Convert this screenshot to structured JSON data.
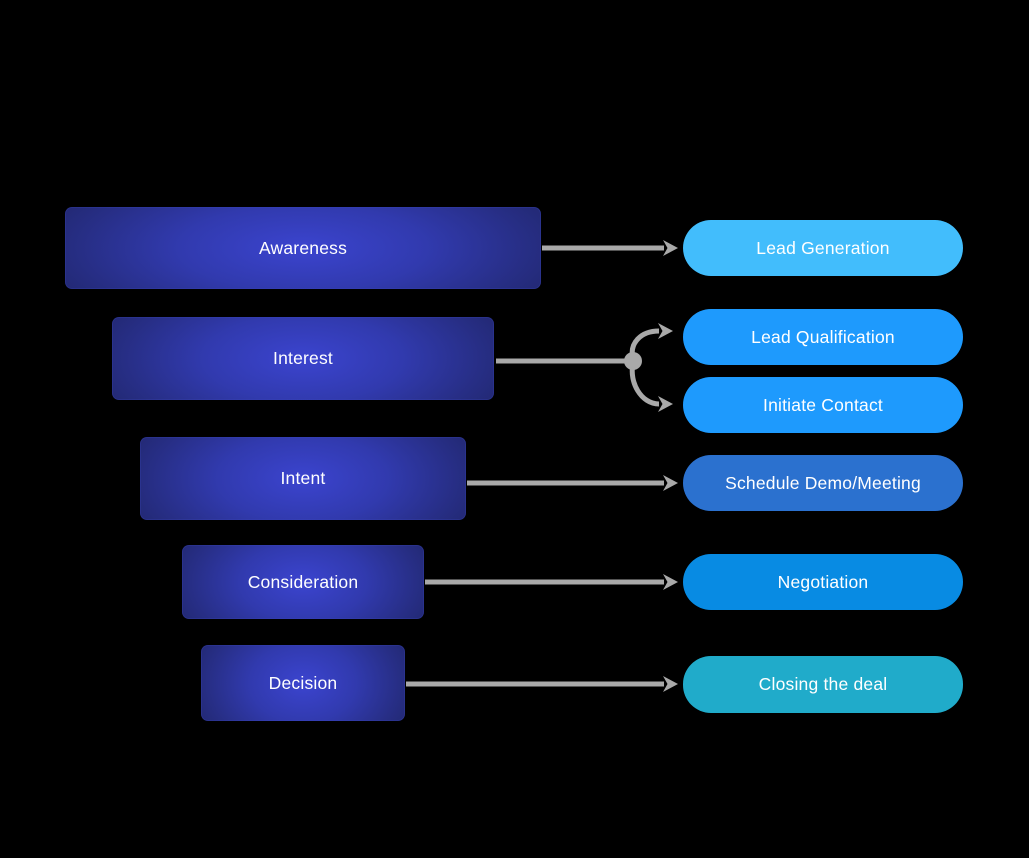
{
  "diagram": {
    "type": "sales-funnel-flow",
    "background": "#000000",
    "colors": {
      "stage_center": "#3b44cf",
      "stage_edge": "#1e2464",
      "arrow": "#a9a9a9",
      "text": "#ffffff"
    },
    "stages": [
      {
        "label": "Awareness"
      },
      {
        "label": "Interest"
      },
      {
        "label": "Intent"
      },
      {
        "label": "Consideration"
      },
      {
        "label": "Decision"
      }
    ],
    "actions": [
      {
        "label": "Lead Generation",
        "color": "#42bdfc"
      },
      {
        "label": "Lead Qualification",
        "color": "#1e9afd"
      },
      {
        "label": "Initiate Contact",
        "color": "#1e9afd"
      },
      {
        "label": "Schedule Demo/Meeting",
        "color": "#2b71cf"
      },
      {
        "label": "Negotiation",
        "color": "#088be3"
      },
      {
        "label": "Closing the deal",
        "color": "#20abca"
      }
    ],
    "connections": [
      {
        "from": "Awareness",
        "to": "Lead Generation"
      },
      {
        "from": "Interest",
        "to": "Lead Qualification"
      },
      {
        "from": "Interest",
        "to": "Initiate Contact"
      },
      {
        "from": "Intent",
        "to": "Schedule Demo/Meeting"
      },
      {
        "from": "Consideration",
        "to": "Negotiation"
      },
      {
        "from": "Decision",
        "to": "Closing the deal"
      }
    ]
  }
}
